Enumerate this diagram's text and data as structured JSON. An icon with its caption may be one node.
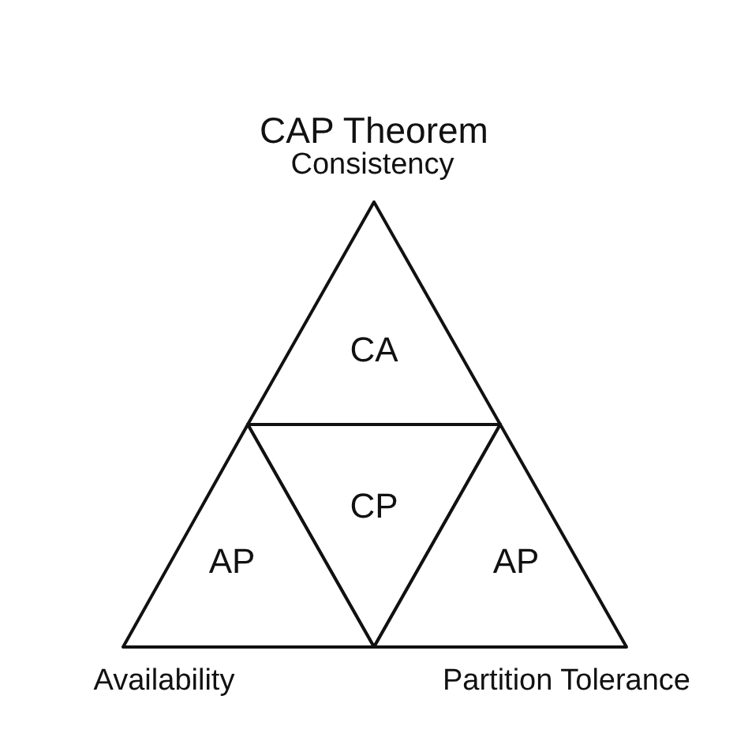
{
  "diagram": {
    "title": "CAP Theorem",
    "nodes": [
      {
        "text": [
          "CA"
        ]
      },
      {
        "text": [
          "CP"
        ]
      },
      {
        "text": [
          "AP"
        ]
      },
      {
        "text": [
          "AP"
        ]
      }
    ],
    "labels": [
      "Consistency",
      "Availability",
      "Partition Tolerance"
    ]
  }
}
